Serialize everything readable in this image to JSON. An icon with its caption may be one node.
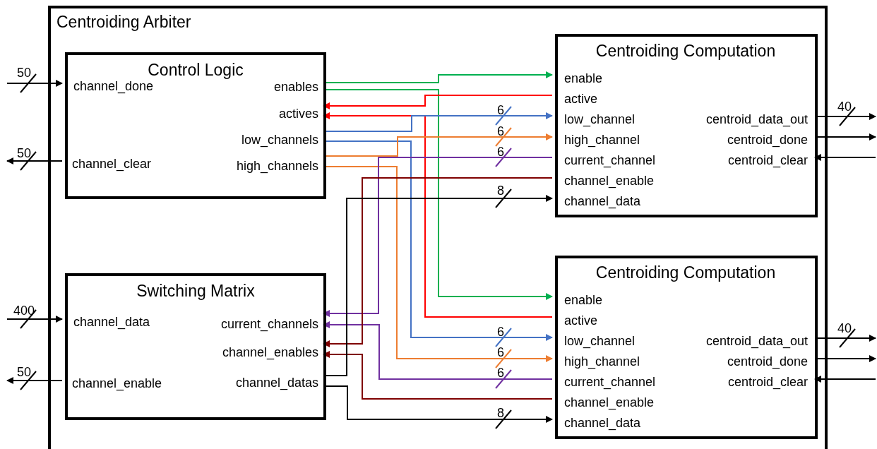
{
  "diagram": {
    "nodes": [
      {
        "text": [
          "Centroiding Arbiter"
        ]
      },
      {
        "text": [
          "Control Logic",
          "channel_done",
          "channel_clear",
          "enables",
          "actives",
          "low_channels",
          "high_channels"
        ],
        "in": 0
      },
      {
        "text": [
          "Switching Matrix",
          "channel_data",
          "channel_enable",
          "current_channels",
          "channel_enables",
          "channel_datas"
        ],
        "in": 0
      },
      {
        "text": [
          "Centroiding Computation",
          "enable",
          "active",
          "low_channel",
          "high_channel",
          "current_channel",
          "channel_enable",
          "channel_data",
          "centroid_data_out",
          "centroid_done",
          "centroid_clear"
        ],
        "in": 0
      },
      {
        "text": [
          "Centroiding Computation",
          "enable",
          "active",
          "low_channel",
          "high_channel",
          "current_channel",
          "channel_enable",
          "channel_data",
          "centroid_data_out",
          "centroid_done",
          "centroid_clear"
        ],
        "in": 0
      }
    ],
    "edges": [
      {
        "from": null,
        "to": 1,
        "arrow": "to",
        "label": "50"
      },
      {
        "from": 1,
        "to": null,
        "arrow": "to",
        "label": "50"
      },
      {
        "from": 1,
        "to": 3,
        "arrow": "to",
        "color": "#00b050"
      },
      {
        "from": 1,
        "to": 4,
        "arrow": "to",
        "color": "#00b050"
      },
      {
        "from": 3,
        "to": 1,
        "arrow": "to",
        "color": "#ff0000"
      },
      {
        "from": 4,
        "to": 1,
        "arrow": "to",
        "color": "#ff0000"
      },
      {
        "from": 1,
        "to": 3,
        "arrow": "to",
        "label": "6",
        "color": "#4472c4"
      },
      {
        "from": 1,
        "to": 4,
        "arrow": "to",
        "label": "6",
        "color": "#4472c4"
      },
      {
        "from": 1,
        "to": 3,
        "arrow": "to",
        "label": "6",
        "color": "#ed7d31"
      },
      {
        "from": 1,
        "to": 4,
        "arrow": "to",
        "label": "6",
        "color": "#ed7d31"
      },
      {
        "from": 3,
        "to": 2,
        "arrow": "to",
        "label": "6",
        "color": "#7030a0"
      },
      {
        "from": 4,
        "to": 2,
        "arrow": "to",
        "label": "6",
        "color": "#7030a0"
      },
      {
        "from": 3,
        "to": 2,
        "arrow": "to",
        "color": "#7f0000"
      },
      {
        "from": 4,
        "to": 2,
        "arrow": "to",
        "color": "#7f0000"
      },
      {
        "from": 2,
        "to": 3,
        "arrow": "to",
        "label": "8"
      },
      {
        "from": 2,
        "to": 4,
        "arrow": "to",
        "label": "8"
      },
      {
        "from": null,
        "to": 2,
        "arrow": "to",
        "label": "400"
      },
      {
        "from": 2,
        "to": null,
        "arrow": "to",
        "label": "50"
      },
      {
        "from": 3,
        "to": null,
        "arrow": "to",
        "label": "40"
      },
      {
        "from": 3,
        "to": null,
        "arrow": "to"
      },
      {
        "from": null,
        "to": 3,
        "arrow": "to"
      },
      {
        "from": 4,
        "to": null,
        "arrow": "to",
        "label": "40"
      },
      {
        "from": 4,
        "to": null,
        "arrow": "to"
      },
      {
        "from": null,
        "to": 4,
        "arrow": "to"
      }
    ]
  }
}
